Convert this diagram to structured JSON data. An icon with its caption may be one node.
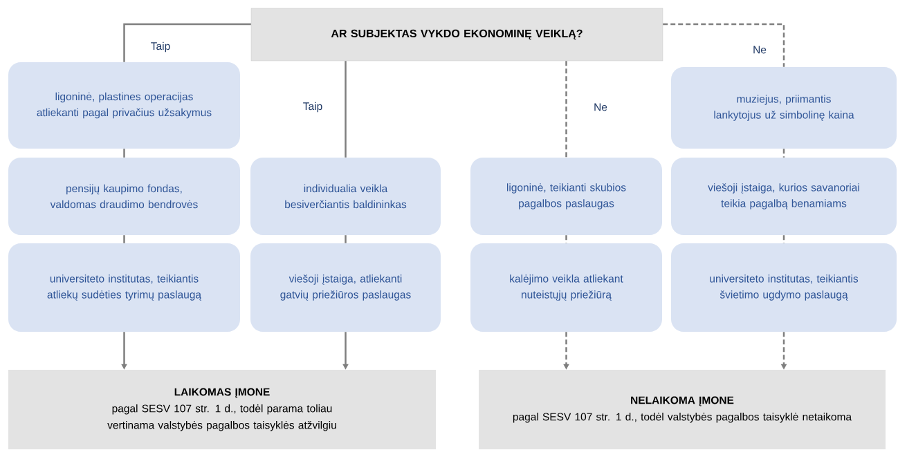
{
  "diagram": {
    "nodes": [
      {
        "text": [
          "AR SUBJEKTAS VYKDO EKONOMINĘ VEIKLĄ?"
        ]
      },
      {
        "text": [
          "ligoninė, plastines operacijas atliekanti pagal privačius užsakymus"
        ]
      },
      {
        "text": [
          "muziejus, priimantis lankytojus už simbolinę kaina"
        ]
      },
      {
        "text": [
          "pensijų kaupimo fondas, valdomas draudimo bendrovės"
        ]
      },
      {
        "text": [
          "individualia veikla besiverčiantis baldininkas"
        ]
      },
      {
        "text": [
          "ligoninė, teikianti skubios pagalbos paslaugas"
        ]
      },
      {
        "text": [
          "viešoji įstaiga, kurios savanoriai teikia pagalbą benamiams"
        ]
      },
      {
        "text": [
          "universiteto institutas, teikiantis atliekų sudėties tyrimų paslaugą"
        ]
      },
      {
        "text": [
          "viešoji įstaiga, atliekanti gatvių priežiūros paslaugas"
        ]
      },
      {
        "text": [
          "kalėjimo veikla atliekant nuteistųjų priežiūrą"
        ]
      },
      {
        "text": [
          "universiteto institutas, teikiantis švietimo ugdymo paslaugą"
        ]
      },
      {
        "text": [
          "LAIKOMAS ĮMONE",
          "pagal SESV 107 str. 1 d., todėl parama toliau vertinama valstybės pagalbos taisyklės atžvilgiu"
        ]
      },
      {
        "text": [
          "NELAIKOMA ĮMONE",
          "pagal SESV 107 str. 1 d., todėl valstybės pagalbos taisyklė netaikoma"
        ]
      }
    ],
    "edges": [
      {
        "from": 0,
        "to": 1,
        "arrow": "none",
        "label": "Taip"
      },
      {
        "from": 1,
        "to": 3,
        "arrow": "none"
      },
      {
        "from": 3,
        "to": 7,
        "arrow": "none"
      },
      {
        "from": 7,
        "to": 11,
        "arrow": "to"
      },
      {
        "from": 0,
        "to": 4,
        "arrow": "none",
        "label": "Taip"
      },
      {
        "from": 4,
        "to": 8,
        "arrow": "none"
      },
      {
        "from": 8,
        "to": 11,
        "arrow": "to"
      },
      {
        "from": 0,
        "to": 5,
        "arrow": "none",
        "label": "Ne",
        "style": "dashed"
      },
      {
        "from": 5,
        "to": 9,
        "arrow": "none",
        "style": "dashed"
      },
      {
        "from": 9,
        "to": 12,
        "arrow": "to",
        "style": "dashed"
      },
      {
        "from": 0,
        "to": 2,
        "arrow": "none",
        "label": "Ne",
        "style": "dashed"
      },
      {
        "from": 2,
        "to": 6,
        "arrow": "none",
        "style": "dashed"
      },
      {
        "from": 6,
        "to": 10,
        "arrow": "none",
        "style": "dashed"
      },
      {
        "from": 10,
        "to": 12,
        "arrow": "to",
        "style": "dashed"
      }
    ]
  }
}
